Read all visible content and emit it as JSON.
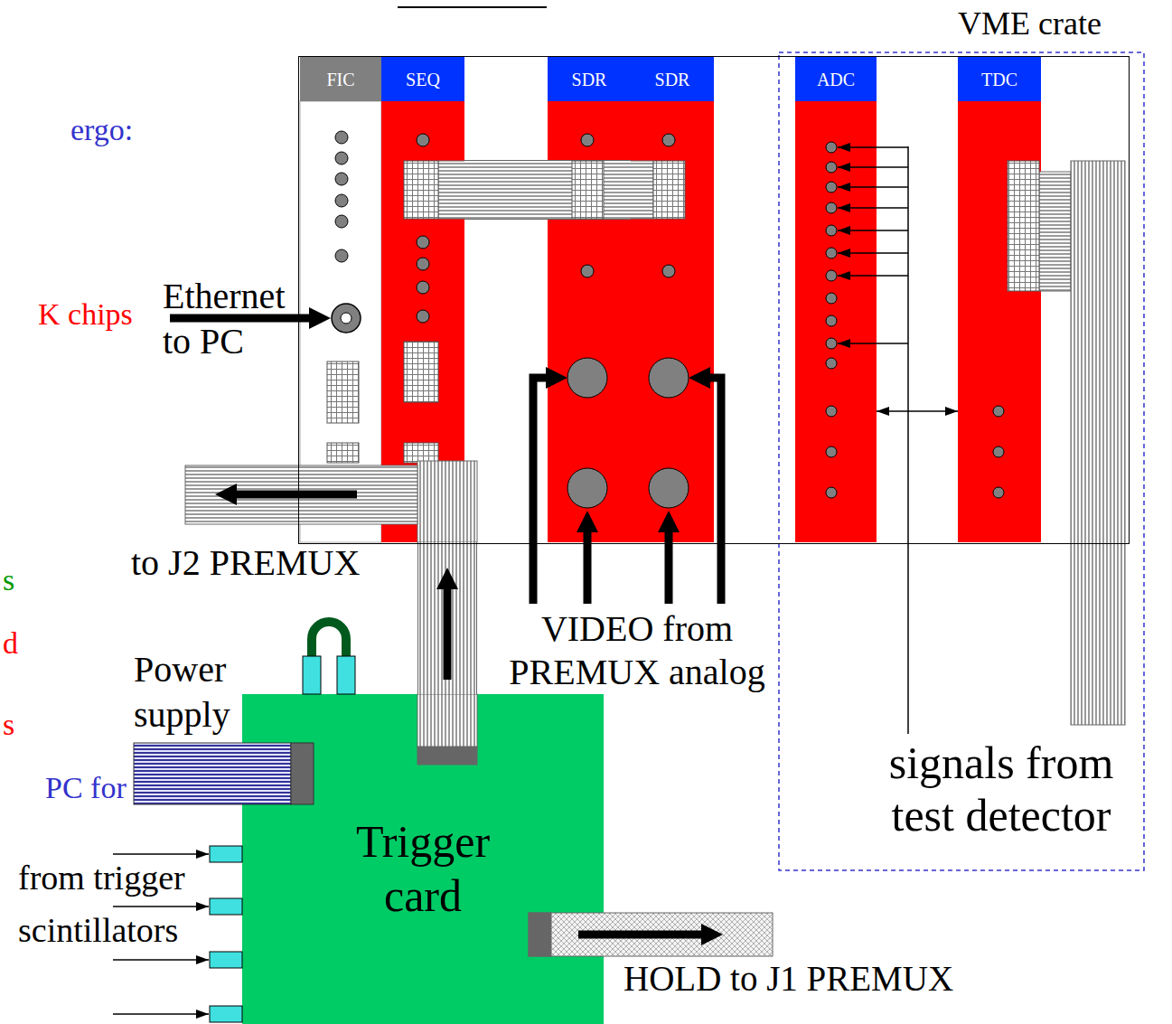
{
  "diagram": {
    "nodes": [
      {
        "text": [
          "VME crate"
        ]
      },
      {
        "text": [
          "FIC"
        ],
        "in": 0
      },
      {
        "text": [
          "SEQ"
        ],
        "in": 0
      },
      {
        "text": [
          "SDR"
        ],
        "in": 0
      },
      {
        "text": [
          "SDR"
        ],
        "in": 0
      },
      {
        "text": [
          "ADC"
        ],
        "in": 0
      },
      {
        "text": [
          "TDC"
        ],
        "in": 0
      },
      {
        "text": [
          "Trigger card"
        ]
      }
    ],
    "edges": [
      {
        "from": 7,
        "to": 2,
        "arrow": "to"
      },
      {
        "from": 2,
        "to": 3,
        "arrow": "none"
      },
      {
        "from": 2,
        "to": 4,
        "arrow": "none"
      },
      {
        "from": 5,
        "to": 6,
        "arrow": "both"
      }
    ],
    "labels": [
      "ergo:",
      "K chips",
      "Ethernet to PC",
      "to J2 PREMUX",
      "s",
      "d",
      "Power supply",
      "VIDEO from PREMUX analog",
      "s",
      "PC for",
      "signals from test detector",
      "from trigger scintillators",
      "HOLD to J1 PREMUX"
    ]
  }
}
